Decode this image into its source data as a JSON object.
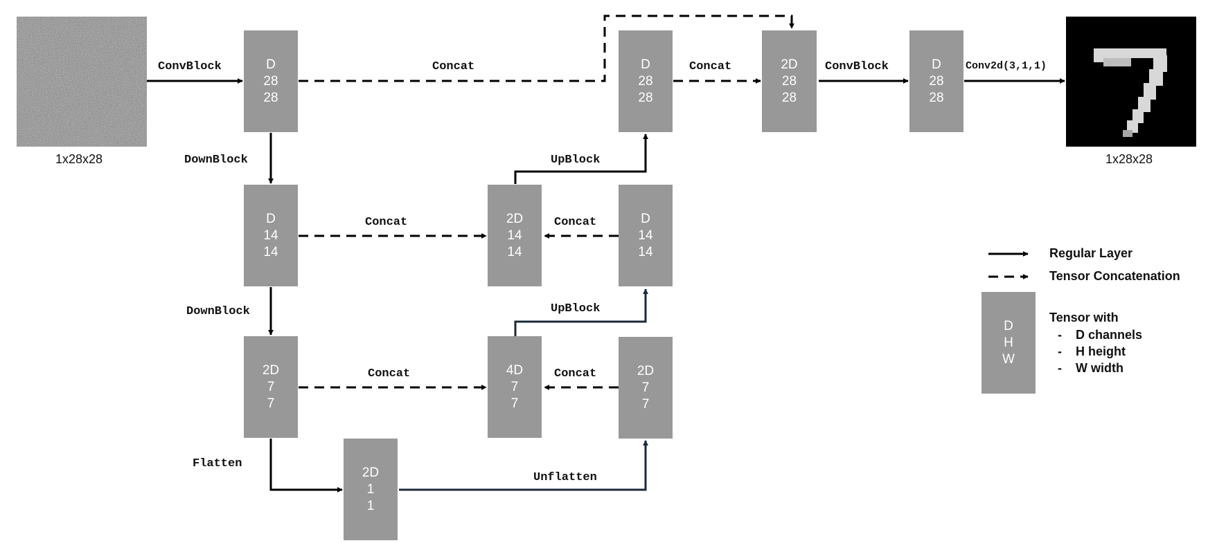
{
  "input_image": {
    "caption": "1x28x28"
  },
  "output_image": {
    "caption": "1x28x28",
    "digit": "7"
  },
  "blocks": {
    "enc1": [
      "D",
      "28",
      "28"
    ],
    "enc2": [
      "D",
      "14",
      "14"
    ],
    "enc3": [
      "2D",
      "7",
      "7"
    ],
    "bottleneck": [
      "2D",
      "1",
      "1"
    ],
    "up3": [
      "2D",
      "7",
      "7"
    ],
    "cat3": [
      "4D",
      "7",
      "7"
    ],
    "up2": [
      "D",
      "14",
      "14"
    ],
    "cat2": [
      "2D",
      "14",
      "14"
    ],
    "up1": [
      "D",
      "28",
      "28"
    ],
    "cat1": [
      "2D",
      "28",
      "28"
    ],
    "final": [
      "D",
      "28",
      "28"
    ]
  },
  "ops": {
    "convblock_in": "ConvBlock",
    "concat_top": "Concat",
    "concat_top_right": "Concat",
    "convblock_out": "ConvBlock",
    "conv2d": "Conv2d(3,1,1)",
    "downblock_1": "DownBlock",
    "downblock_2": "DownBlock",
    "upblock_1": "UpBlock",
    "upblock_2": "UpBlock",
    "concat_mid_left": "Concat",
    "concat_mid_right": "Concat",
    "concat_low_left": "Concat",
    "concat_low_right": "Concat",
    "flatten": "Flatten",
    "unflatten": "Unflatten"
  },
  "legend": {
    "regular": "Regular Layer",
    "concat": "Tensor Concatenation",
    "tensor_title": "Tensor with",
    "tensor_items": [
      "D channels",
      "H height",
      "W width"
    ],
    "tensor_block": [
      "D",
      "H",
      "W"
    ]
  },
  "colors": {
    "block": "#989898",
    "arrow": "#000000",
    "arrow_blue": "#1b2a3a"
  }
}
